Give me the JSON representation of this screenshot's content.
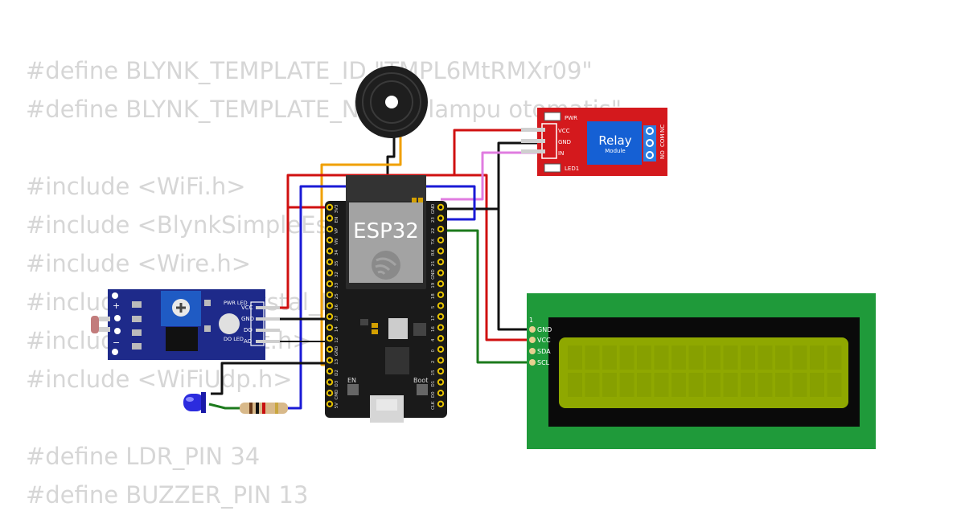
{
  "code_lines": [
    "#define BLYNK_TEMPLATE_ID \"TMPL6MtRMXr09\"",
    "#define BLYNK_TEMPLATE_NAME \"lampu otomatis\"",
    "",
    "#include <WiFi.h>",
    "#include <BlynkSimpleEsp32.h>",
    "#include <Wire.h>",
    "#include <LiquidCrystal_I2C.h>",
    "#include <NTPClient.h>",
    "#include <WiFiUdp.h>",
    "",
    "#define LDR_PIN 34",
    "#define BUZZER_PIN 13"
  ],
  "esp32": {
    "name": "ESP32",
    "left_pins": [
      "3V3",
      "EN",
      "VP",
      "VN",
      "34",
      "35",
      "32",
      "33",
      "25",
      "26",
      "27",
      "14",
      "12",
      "GND",
      "13",
      "D2",
      "D3",
      "CMD",
      "5V"
    ],
    "right_pins": [
      "GND",
      "23",
      "22",
      "TX",
      "RX",
      "21",
      "GND",
      "19",
      "18",
      "5",
      "17",
      "16",
      "4",
      "0",
      "2",
      "15",
      "D1",
      "D0",
      "CLK"
    ],
    "en_label": "EN",
    "boot_label": "Boot"
  },
  "relay": {
    "title": "Relay",
    "subtitle": "Module",
    "pins": [
      "VCC",
      "GND",
      "IN"
    ],
    "pwr_label": "PWR",
    "led_label": "LED1",
    "terminals": [
      "NO",
      "COM",
      "NC"
    ]
  },
  "ldr": {
    "pins": [
      "VCC",
      "GND",
      "DO",
      "AO"
    ],
    "pwr_led": "PWR\nLED",
    "do_led": "DO\nLED",
    "plus": "+",
    "minus": "−"
  },
  "lcd": {
    "pin_one": "1",
    "pins": [
      "GND",
      "VCC",
      "SDA",
      "SCL"
    ]
  },
  "colors": {
    "red": "#d01010",
    "black": "#111111",
    "blue": "#1a1ad6",
    "green": "#1c7a1c",
    "orange": "#f0a000",
    "pink": "#e07ce0",
    "relay_red": "#d4191d",
    "lcd_green": "#1f9a3a",
    "lcd_screen": "#8fa800"
  }
}
